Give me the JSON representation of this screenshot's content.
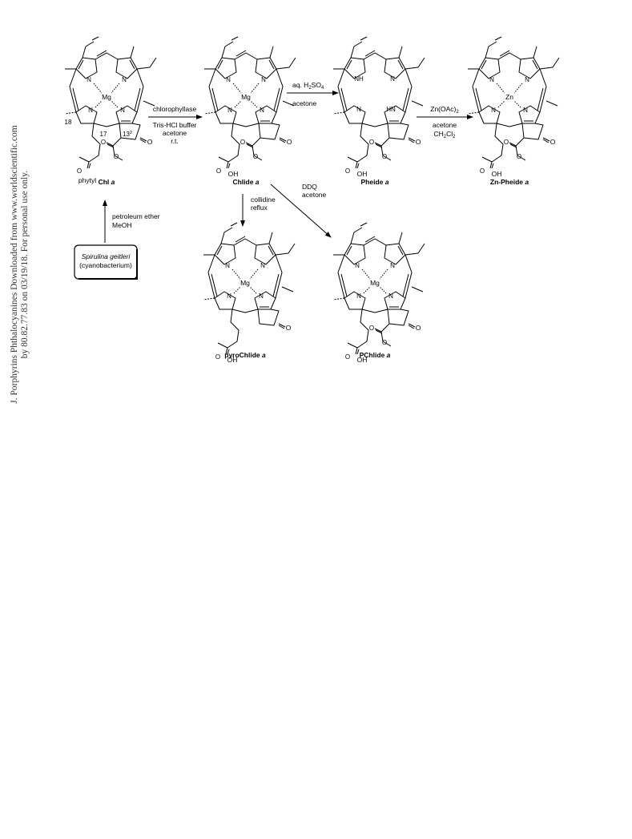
{
  "watermark": {
    "line1": "J. Porphyrins Phthalocyanines Downloaded from www.worldscientific.com",
    "line2": "by 80.82.77.83 on 03/19/18. For personal use only."
  },
  "compounds": [
    {
      "id": "chl",
      "name": "Chl ",
      "italic": "a",
      "metal": "Mg",
      "ester": "phytyl",
      "cyclo": true,
      "carbomethoxy": true,
      "atom_labels": [
        "18",
        "17",
        "13",
        "2"
      ]
    },
    {
      "id": "chlide",
      "name": "Chlide ",
      "italic": "a",
      "metal": "Mg",
      "ester": "OH",
      "cyclo": true,
      "carbomethoxy": true
    },
    {
      "id": "pheide",
      "name": "Pheide ",
      "italic": "a",
      "metal": "",
      "nh": [
        "NH",
        "HN"
      ],
      "ester": "OH",
      "cyclo": true,
      "carbomethoxy": true
    },
    {
      "id": "znpheide",
      "name": "Zn-Pheide ",
      "italic": "a",
      "metal": "Zn",
      "ester": "OH",
      "cyclo": true,
      "carbomethoxy": true
    },
    {
      "id": "pyrochlide",
      "name": "pyroChlide ",
      "italic": "a",
      "metal": "Mg",
      "ester": "OH",
      "cyclo": true,
      "carbomethoxy": false
    },
    {
      "id": "pchlide",
      "name": "PChlide ",
      "italic": "a",
      "metal": "Mg",
      "ester": "OH",
      "cyclo": true,
      "carbomethoxy": true
    }
  ],
  "reagents": {
    "r1": {
      "line1": "chlorophyllase",
      "line2": "Tris-HCl buffer",
      "line3": "acetone",
      "line4": "r.t."
    },
    "r2": {
      "line1a": "aq. H",
      "line1b": "2",
      "line1c": "SO",
      "line1d": "4",
      "line2": "acetone"
    },
    "r3": {
      "line1a": "Zn(OAc)",
      "line1b": "2",
      "line2": "acetone",
      "line3a": "CH",
      "line3b": "2",
      "line3c": "Cl",
      "line3d": "2"
    },
    "r4": {
      "line1": "collidine",
      "line2": "reflux"
    },
    "r5": {
      "line1": "DDQ",
      "line2": "acetone"
    },
    "r6": {
      "line1": "petroleum ether",
      "line2": "MeOH"
    }
  },
  "source": {
    "organism": "Spirulina geitleri",
    "type": "(cyanobacterium)"
  },
  "common": {
    "N": "N",
    "O": "O"
  }
}
